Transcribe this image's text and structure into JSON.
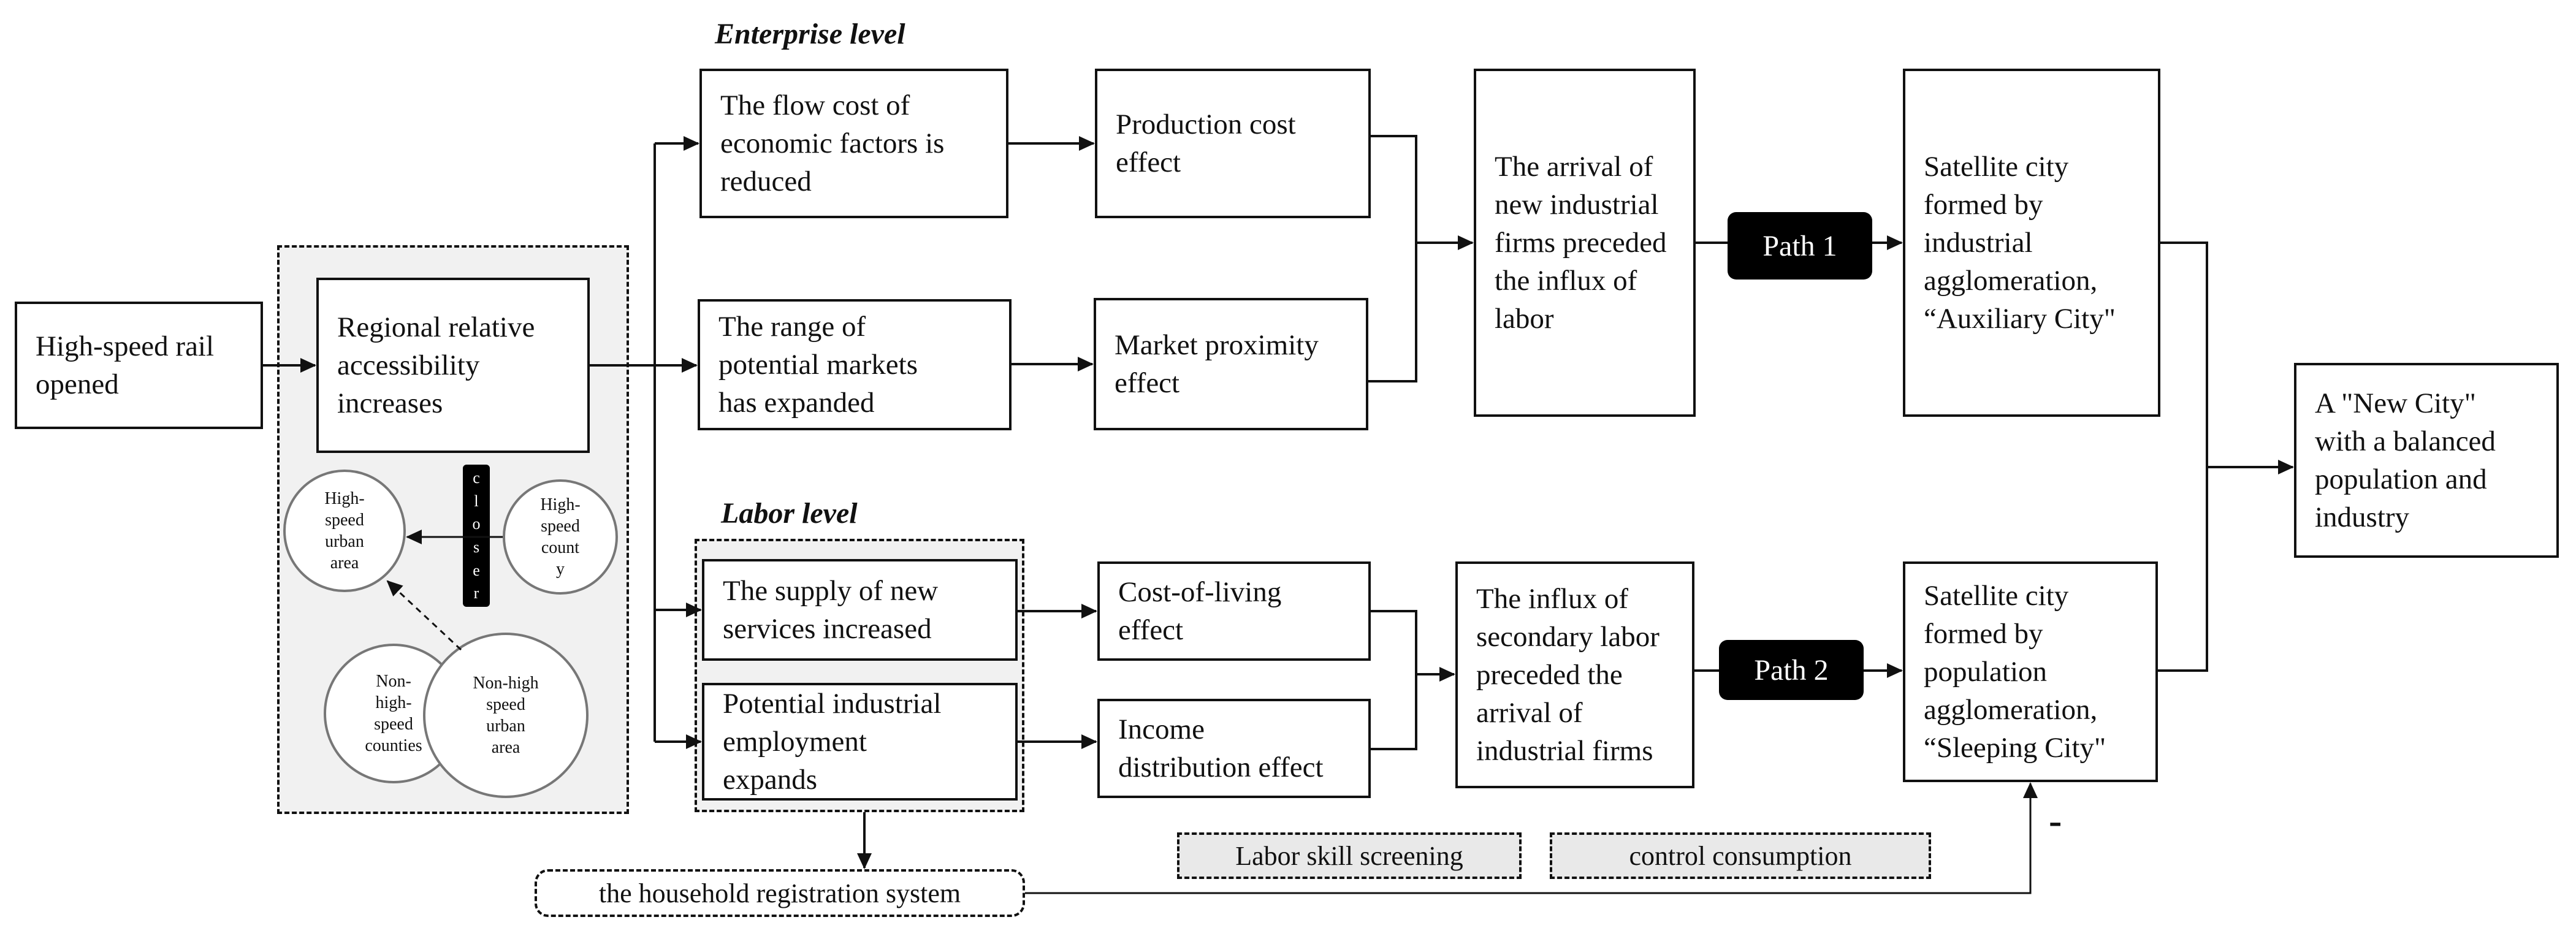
{
  "enterprise_level": "Enterprise level",
  "labor_level": "Labor level",
  "hsr_opened": "High-speed rail\nopened",
  "accessibility": "Regional relative\naccessibility\nincreases",
  "flow_cost": "The flow cost of\neconomic factors is\nreduced",
  "potential_markets": "The range of\npotential markets\nhas expanded",
  "production_cost": "Production cost\neffect",
  "market_proximity": "Market proximity\neffect",
  "new_firms_first": "The arrival of\nnew industrial\nfirms preceded\nthe influx of\nlabor",
  "path1": "Path 1",
  "path2": "Path 2",
  "auxiliary_city": "Satellite city\nformed by\nindustrial\nagglomeration,\n“Auxiliary City\"",
  "new_city": "A \"New City\"\nwith a balanced\npopulation and\nindustry",
  "new_services": "The supply of new\nservices increased",
  "employment": "Potential industrial\nemployment\nexpands",
  "cost_of_living": "Cost-of-living\neffect",
  "income_distribution": "Income\ndistribution effect",
  "labor_first": "The influx of\nsecondary labor\npreceded the\narrival of\nindustrial firms",
  "sleeping_city": "Satellite city\nformed by\npopulation\nagglomeration,\n“Sleeping City\"",
  "labor_skill_screening": "Labor skill screening",
  "control_consumption": "control consumption",
  "household_registration": "the household registration system",
  "minus_sign": "-",
  "circles": {
    "hs_urban": "High-\nspeed\nurban\narea",
    "hs_county": "High-\nspeed\ncount\ny",
    "non_hs_counties": "Non-\nhigh-\nspeed\ncounties",
    "non_hs_urban": "Non-high\nspeed\nurban\narea"
  },
  "closer_letters": [
    "c",
    "l",
    "o",
    "s",
    "e",
    "r"
  ]
}
